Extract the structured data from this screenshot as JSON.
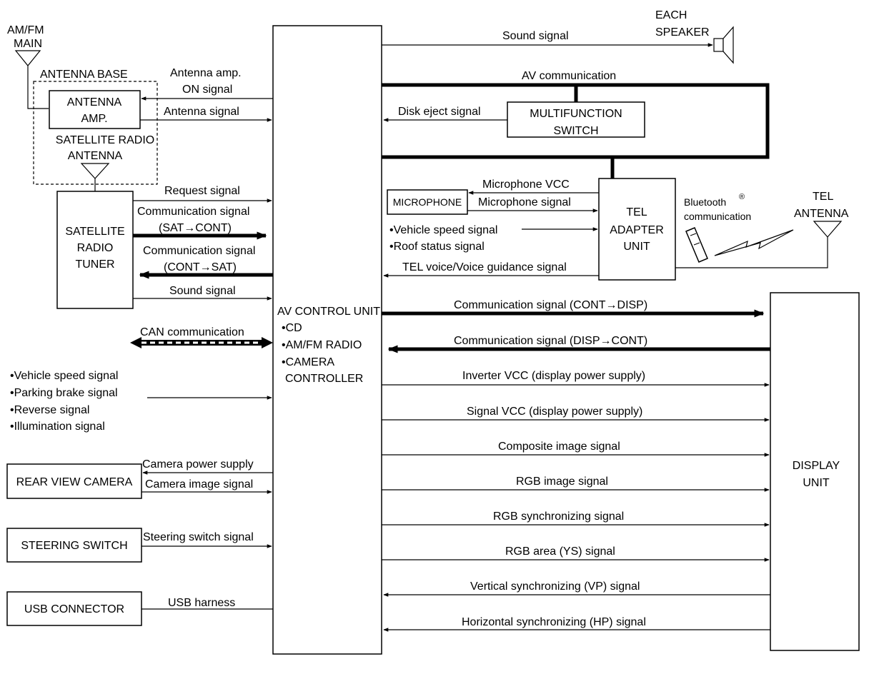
{
  "blocks": {
    "am_fm_main": [
      "AM/FM",
      "MAIN"
    ],
    "antenna_base": "ANTENNA BASE",
    "antenna_amp": [
      "ANTENNA",
      "AMP."
    ],
    "satellite_radio_antenna": [
      "SATELLITE RADIO",
      "ANTENNA"
    ],
    "satellite_radio_tuner": [
      "SATELLITE",
      "RADIO",
      "TUNER"
    ],
    "av_control_unit": [
      "AV CONTROL UNIT",
      "•CD",
      "•AM/FM RADIO",
      "•CAMERA",
      "CONTROLLER"
    ],
    "each_speaker": [
      "EACH",
      "SPEAKER"
    ],
    "multifunction_switch": [
      "MULTIFUNCTION",
      "SWITCH"
    ],
    "microphone": "MICROPHONE",
    "tel_adapter_unit": [
      "TEL",
      "ADAPTER",
      "UNIT"
    ],
    "bluetooth": [
      "Bluetooth",
      "®",
      "communication"
    ],
    "tel_antenna": [
      "TEL",
      "ANTENNA"
    ],
    "display_unit": [
      "DISPLAY",
      "UNIT"
    ],
    "rear_view_camera": "REAR VIEW CAMERA",
    "steering_switch": "STEERING SWITCH",
    "usb_connector": "USB CONNECTOR"
  },
  "signals": {
    "antenna_amp_on": [
      "Antenna amp.",
      "ON signal"
    ],
    "antenna_signal": "Antenna signal",
    "request_signal": "Request signal",
    "comm_sat_cont": [
      "Communication signal",
      "(SAT→CONT)"
    ],
    "comm_cont_sat": [
      "Communication signal",
      "(CONT→SAT)"
    ],
    "sat_sound": "Sound signal",
    "can_communication": "CAN communication",
    "vehicle_inputs": [
      "•Vehicle speed signal",
      "•Parking brake signal",
      "•Reverse signal",
      "•Illumination signal"
    ],
    "camera_power": "Camera power supply",
    "camera_image": "Camera image signal",
    "steering_switch_signal": "Steering switch signal",
    "usb_harness": "USB harness",
    "speaker_sound": "Sound signal",
    "av_communication": "AV communication",
    "disk_eject": "Disk eject signal",
    "microphone_vcc": "Microphone VCC",
    "microphone_signal": "Microphone signal",
    "tel_inputs": [
      "•Vehicle speed signal",
      "•Roof status signal"
    ],
    "tel_voice": "TEL voice/Voice guidance signal",
    "comm_cont_disp": "Communication signal (CONT→DISP)",
    "comm_disp_cont": "Communication signal (DISP→CONT)",
    "inverter_vcc": "Inverter VCC (display power supply)",
    "signal_vcc": "Signal VCC (display power supply)",
    "composite_image": "Composite image signal",
    "rgb_image": "RGB image signal",
    "rgb_sync": "RGB synchronizing signal",
    "rgb_area": "RGB area (YS) signal",
    "vertical_sync": "Vertical synchronizing (VP) signal",
    "horizontal_sync": "Horizontal synchronizing (HP) signal"
  }
}
